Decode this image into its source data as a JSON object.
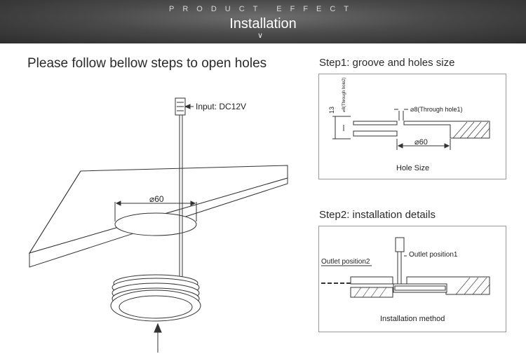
{
  "banner": {
    "subtitle": "PRODUCT EFFECT",
    "title": "Installation",
    "chevron": "∨"
  },
  "main": {
    "heading": "Please follow bellow steps to open holes",
    "input_label": "Input: DC12V",
    "diameter_label": "⌀60"
  },
  "step1": {
    "heading": "Step1: groove and holes size",
    "through_hole2": "⌀8(Through hole2)",
    "dim_13": "13",
    "through_hole1": "⌀8(Through hole1)",
    "diameter": "⌀60",
    "caption": "Hole Size"
  },
  "step2": {
    "heading": "Step2: installation details",
    "outlet1": "Outlet position1",
    "outlet2": "Outlet position2",
    "caption": "Installation method"
  },
  "colors": {
    "line": "#333333",
    "banner_dark": "#2d2d2d",
    "banner_light": "#6e6e6e"
  }
}
